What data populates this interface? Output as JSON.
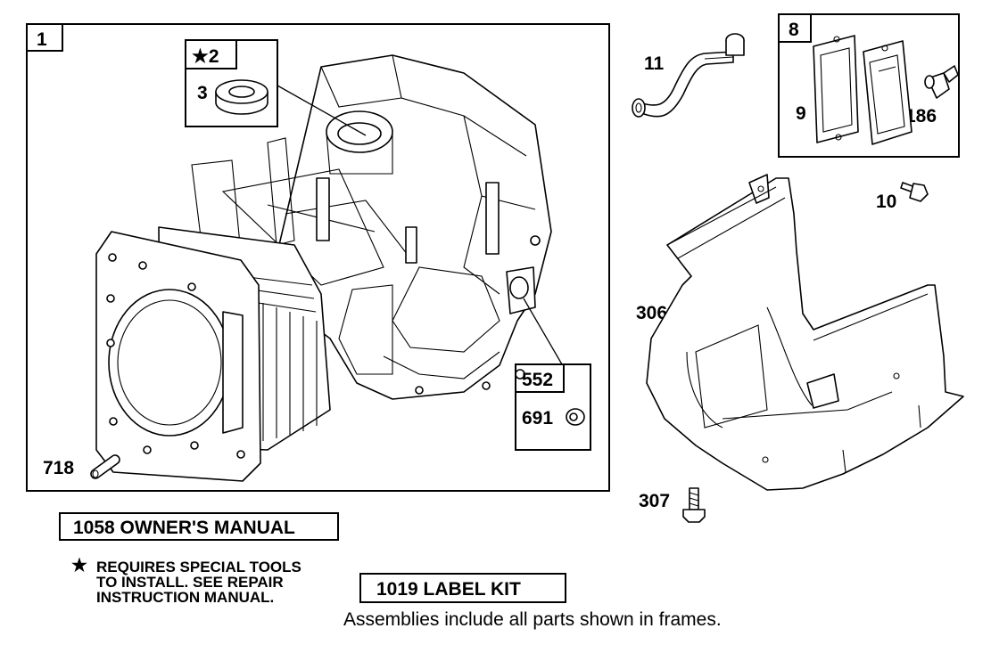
{
  "callouts": {
    "p1": "1",
    "p2": "★2",
    "p3": "3",
    "p8": "8",
    "p9": "9",
    "p10": "10",
    "p11": "11",
    "p186": "186",
    "p306": "306",
    "p307": "307",
    "p552": "552",
    "p691": "691",
    "p718": "718"
  },
  "boxed_labels": {
    "owners_manual": "1058 OWNER'S MANUAL",
    "label_kit": "1019 LABEL KIT"
  },
  "note": {
    "star": "★",
    "line1": "REQUIRES SPECIAL TOOLS",
    "line2": "TO INSTALL.  SEE REPAIR",
    "line3": "INSTRUCTION MANUAL."
  },
  "caption": "Assemblies include all parts shown in frames."
}
